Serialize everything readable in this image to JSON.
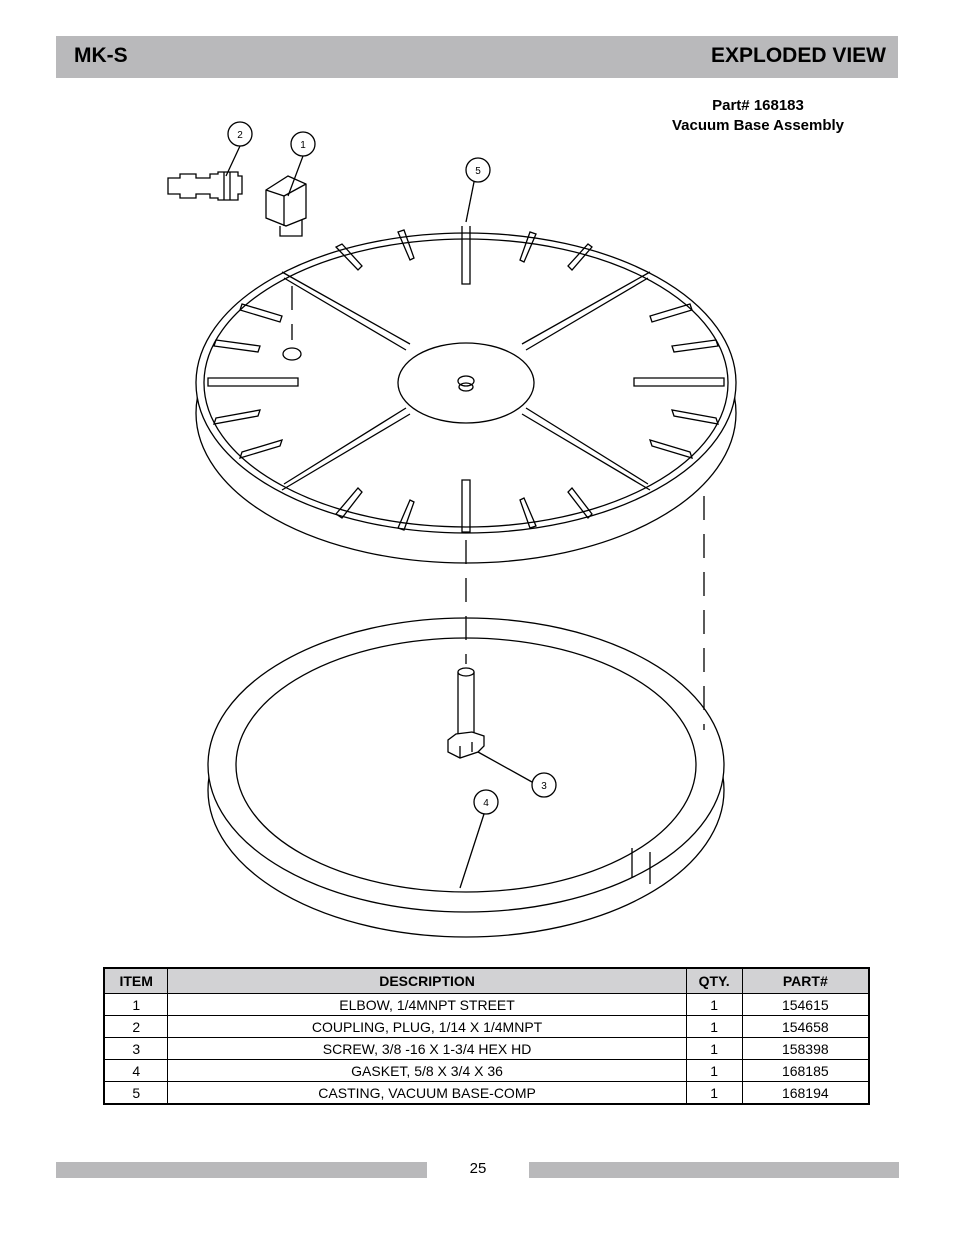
{
  "header": {
    "model": "MK-S",
    "section": "EXPLODED VIEW"
  },
  "part_info": {
    "part_number": "Part# 168183",
    "assembly_name": "Vacuum Base Assembly"
  },
  "callouts": [
    "1",
    "2",
    "3",
    "4",
    "5"
  ],
  "table": {
    "headers": [
      "ITEM",
      "DESCRIPTION",
      "QTY.",
      "PART#"
    ],
    "rows": [
      [
        "1",
        "ELBOW, 1/4MNPT STREET",
        "1",
        "154615"
      ],
      [
        "2",
        "COUPLING, PLUG, 1/14 X 1/4MNPT",
        "1",
        "154658"
      ],
      [
        "3",
        "SCREW, 3/8 -16 X 1-3/4 HEX HD",
        "1",
        "158398"
      ],
      [
        "4",
        "GASKET, 5/8 X 3/4 X 36",
        "1",
        "168185"
      ],
      [
        "5",
        "CASTING, VACUUM BASE-COMP",
        "1",
        "168194"
      ]
    ]
  },
  "footer": {
    "page_number": "25"
  }
}
